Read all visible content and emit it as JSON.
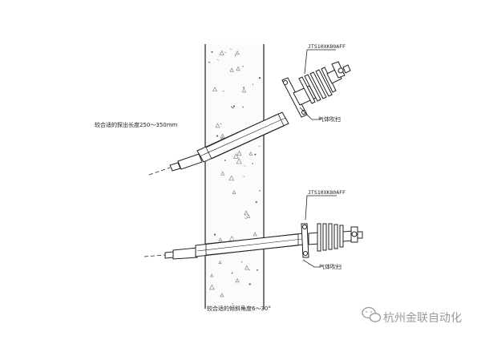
{
  "diagram": {
    "upper_model": "JTS10XK80AFF",
    "upper_port_label": "气体吹扫",
    "upper_length_note": "较合适的探出长度250～350mm",
    "lower_model": "JTS10XK80AFF",
    "lower_port_label": "气体吹扫",
    "lower_angle_note": "较合适的倾斜角度6～30°"
  },
  "watermark": {
    "icon": "wechat-icon",
    "text": "杭州金联自动化"
  },
  "colors": {
    "line": "#222222",
    "wall_fill": "#fbfbfb",
    "watermark": "#9a9a9a"
  }
}
